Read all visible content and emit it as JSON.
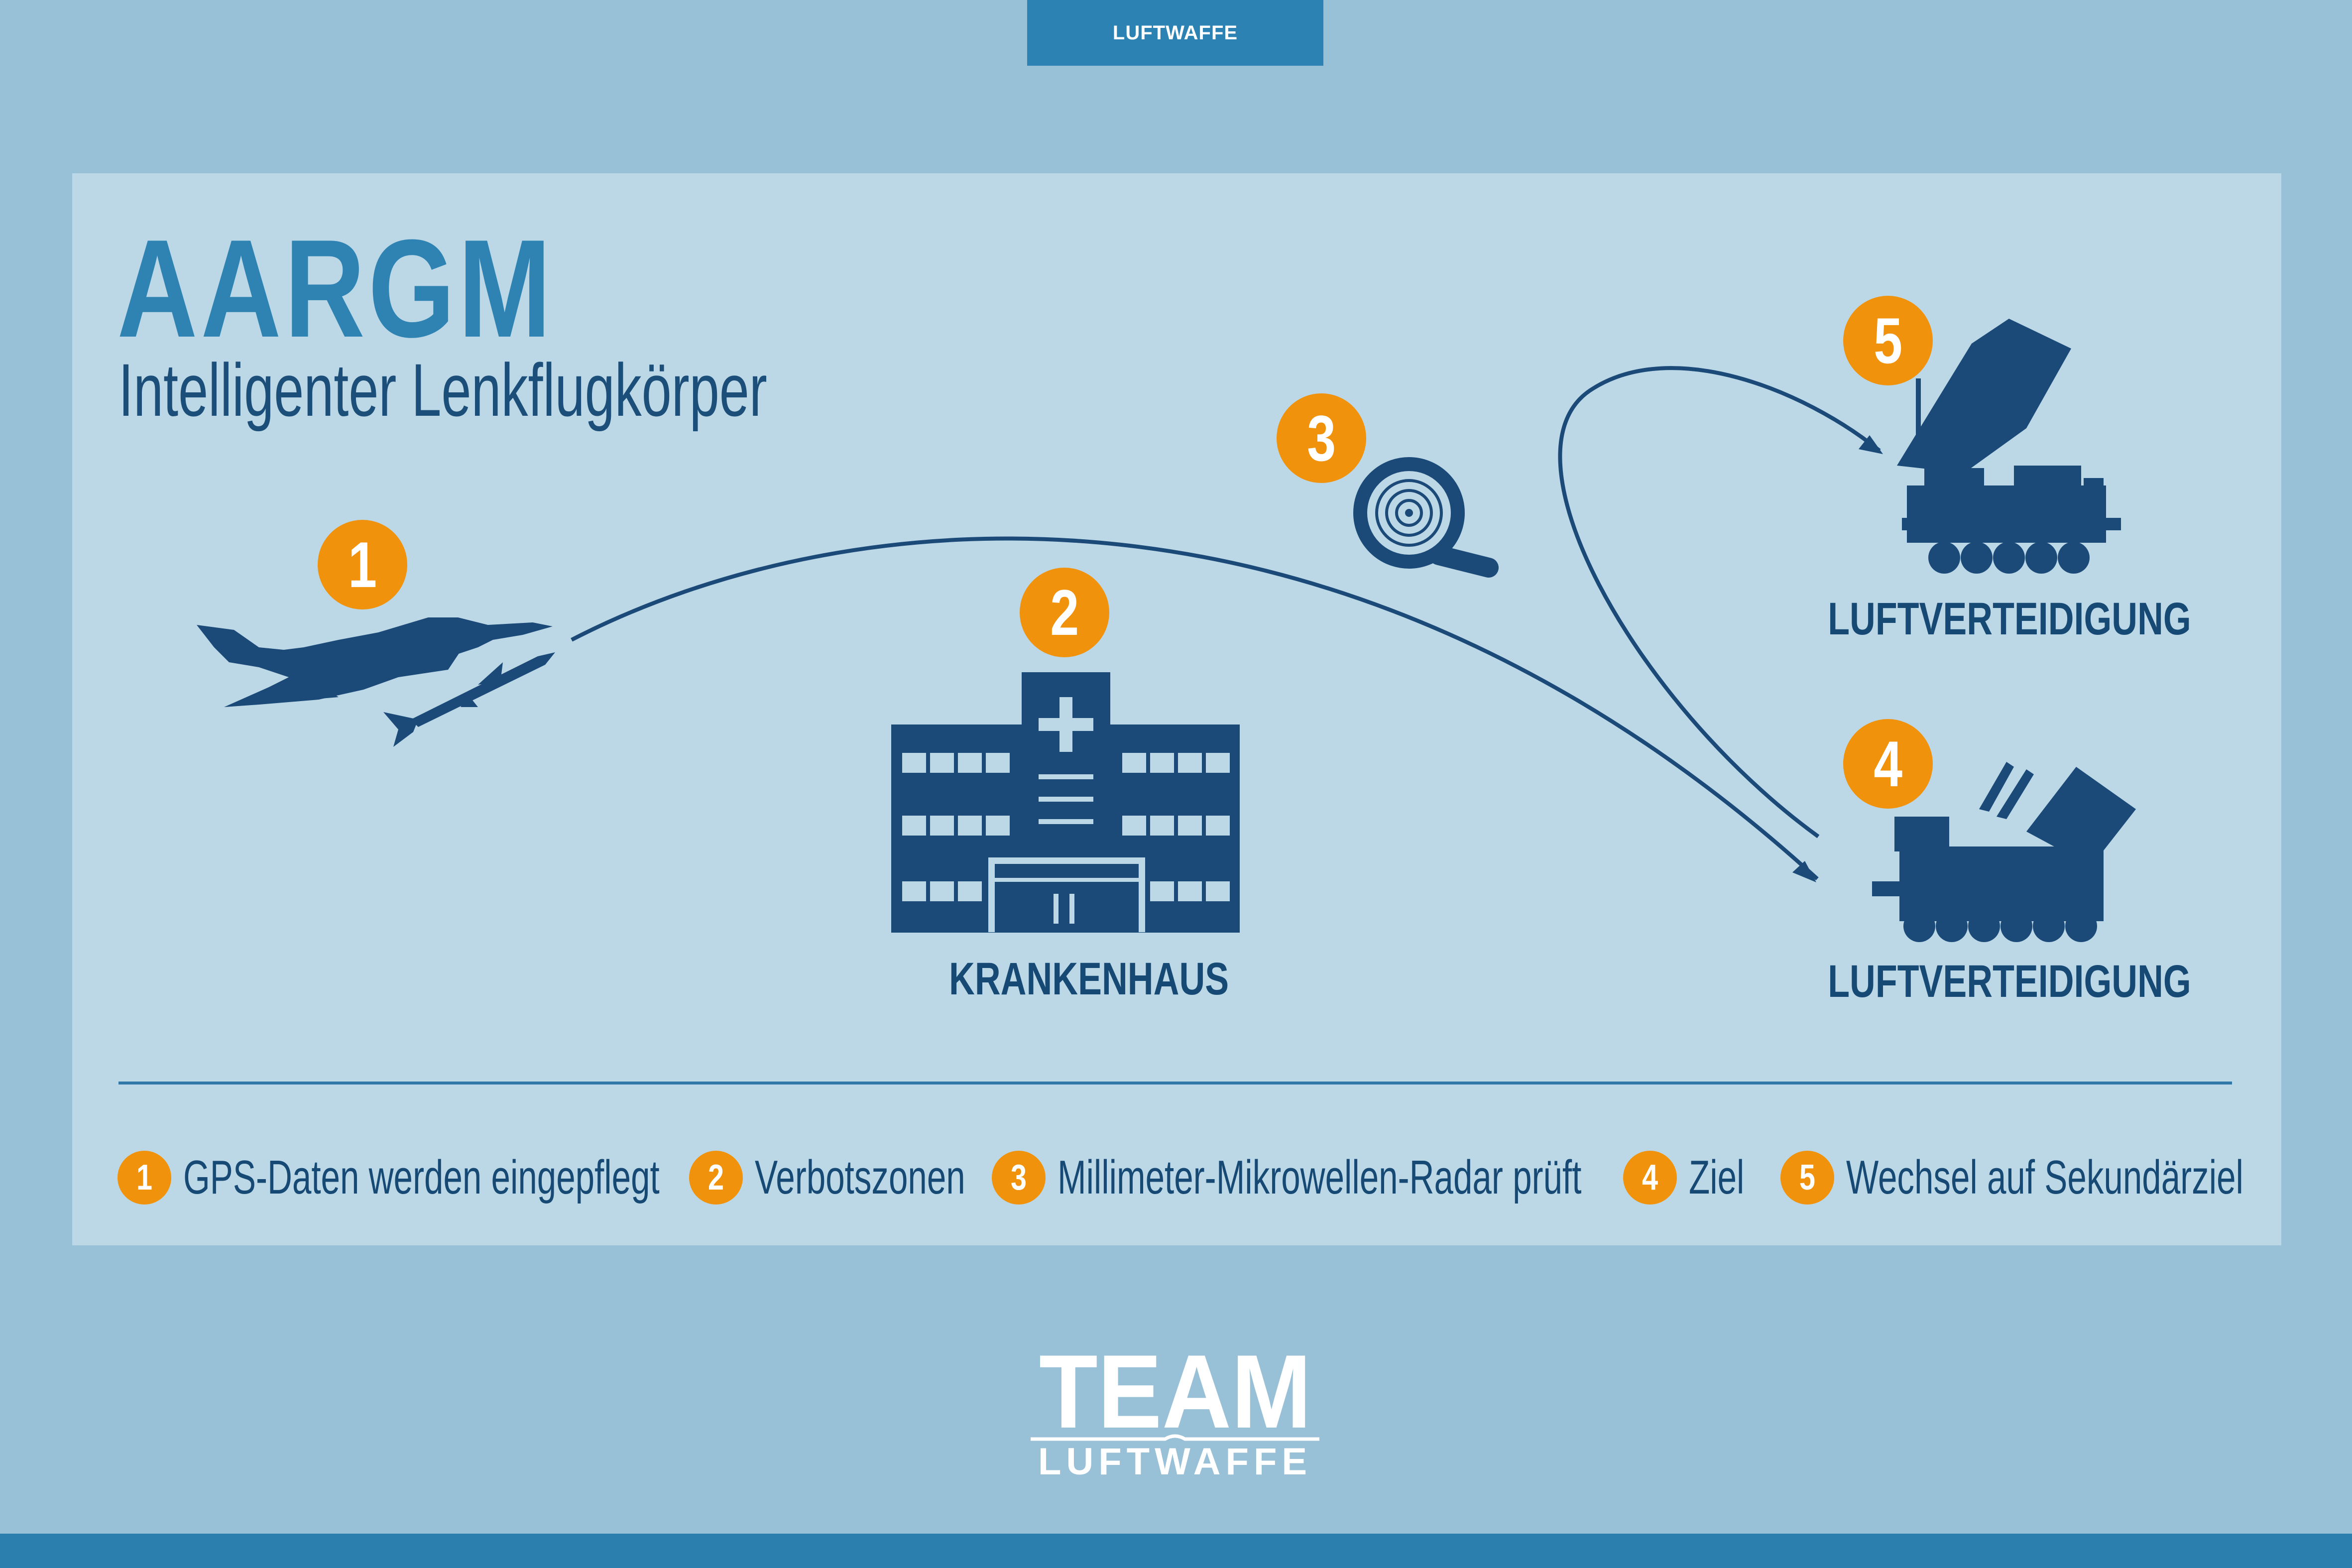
{
  "header": {
    "tab_label": "LUFTWAFFE"
  },
  "title": "AARGM",
  "subtitle": "Intelligenter Lenkflugkörper",
  "steps": {
    "one": "1",
    "two": "2",
    "three": "3",
    "four": "4",
    "five": "5"
  },
  "targets": {
    "hospital_label": "KRANKENHAUS",
    "air_defense_upper_label": "LUFTVERTEIDIGUNG",
    "air_defense_lower_label": "LUFTVERTEIDIGUNG"
  },
  "legend": [
    {
      "num": "1",
      "text": "GPS-Daten werden eingepflegt"
    },
    {
      "num": "2",
      "text": "Verbotszonen"
    },
    {
      "num": "3",
      "text": "Millimeter-Mikrowellen-Radar prüft"
    },
    {
      "num": "4",
      "text": "Ziel"
    },
    {
      "num": "5",
      "text": "Wechsel auf Sekundärziel"
    }
  ],
  "logo": {
    "main": "TEAM",
    "sub": "LUFTWAFFE"
  },
  "colors": {
    "background": "#98c0d7",
    "panel": "#bcd8e7",
    "accent_blue": "#2e83b2",
    "dark_navy": "#164a75",
    "badge_orange": "#f0920c"
  },
  "icons": [
    "jet-aircraft-icon",
    "missile-icon",
    "hospital-icon",
    "magnifier-radar-icon",
    "launcher-truck-icon",
    "radar-truck-icon"
  ]
}
